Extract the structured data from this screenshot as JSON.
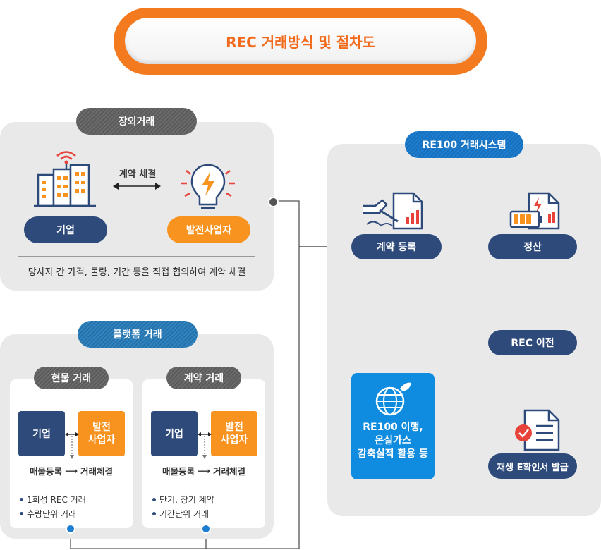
{
  "title": "REC 거래방식 및 절차도",
  "offmarket": {
    "header": "장외거래",
    "contract": "계약 체결",
    "company": "기업",
    "generator": "발전사업자",
    "description": "당사자 간 가격, 물량, 기간 등을 직접 협의하여 계약 체결"
  },
  "platform": {
    "header": "플랫폼 거래",
    "spot": {
      "header": "현물 거래",
      "company": "기업",
      "generator_line1": "발전",
      "generator_line2": "사업자",
      "flow_left": "매물등록",
      "flow_right": "거래체결",
      "bullets": [
        "1회성 REC 거래",
        "수량단위 거래"
      ]
    },
    "contract": {
      "header": "계약 거래",
      "company": "기업",
      "generator_line1": "발전",
      "generator_line2": "사업자",
      "flow_left": "매물등록",
      "flow_right": "거래체결",
      "bullets": [
        "단기, 장기 계약",
        "기간단위 거래"
      ]
    }
  },
  "re100": {
    "header": "RE100 거래시스템",
    "steps": {
      "register": "계약 등록",
      "settle": "정산",
      "transfer": "REC 이전",
      "certificate": "재생 E확인서 발급"
    },
    "result_lines": [
      "RE100 이행,",
      "온실가스",
      "감축실적 활용 등"
    ]
  },
  "colors": {
    "accent_orange": "#f47a20",
    "navy": "#2d4a7a",
    "orange": "#f7931e",
    "blue": "#0f8be0",
    "panel_gray": "#e9e9ea"
  },
  "icons": {
    "company_building": "building-icon",
    "generator_bulb": "lightbulb-icon",
    "register": "document-sign-icon",
    "settle": "battery-document-icon",
    "certificate": "certificate-document-icon",
    "globe": "globe-leaf-icon"
  }
}
